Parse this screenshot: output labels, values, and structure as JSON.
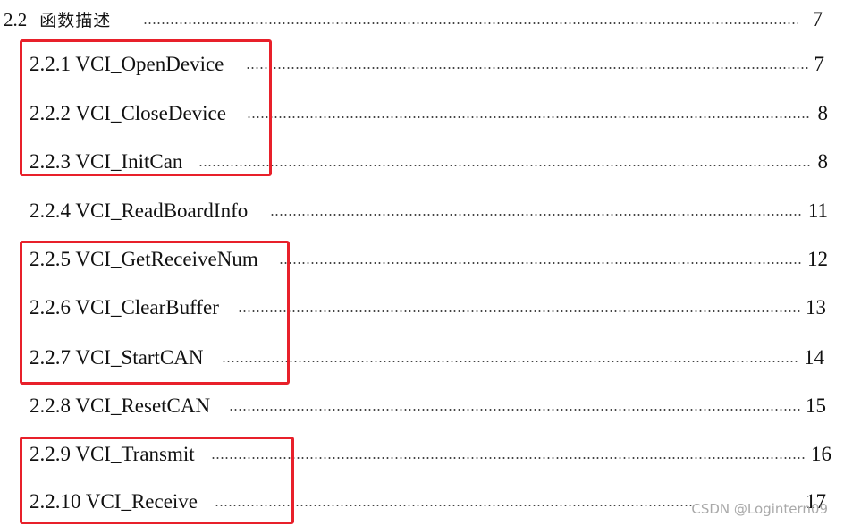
{
  "heading": {
    "number": "2.2",
    "title": "函数描述",
    "page": "7"
  },
  "entries": [
    {
      "label": "2.2.1 VCI_OpenDevice",
      "page": "7"
    },
    {
      "label": "2.2.2 VCI_CloseDevice",
      "page": "8"
    },
    {
      "label": "2.2.3 VCI_InitCan",
      "page": "8"
    },
    {
      "label": "2.2.4 VCI_ReadBoardInfo",
      "page": "11"
    },
    {
      "label": "2.2.5 VCI_GetReceiveNum",
      "page": "12"
    },
    {
      "label": "2.2.6 VCI_ClearBuffer",
      "page": "13"
    },
    {
      "label": "2.2.7 VCI_StartCAN",
      "page": "14"
    },
    {
      "label": "2.2.8 VCI_ResetCAN",
      "page": "15"
    },
    {
      "label": "2.2.9 VCI_Transmit",
      "page": "16"
    },
    {
      "label": "2.2.10 VCI_Receive",
      "page": "17"
    }
  ],
  "highlight_color": "#e8202a",
  "watermark": "CSDN @Logintern09"
}
